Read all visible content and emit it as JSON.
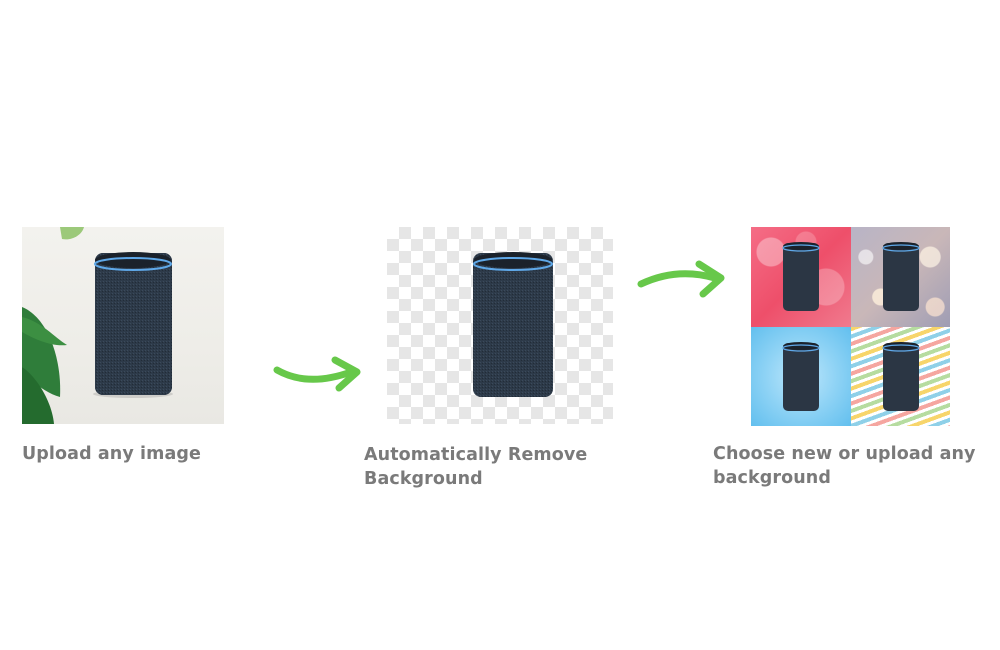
{
  "steps": [
    {
      "label_line1": "Upload any image",
      "label_line2": ""
    },
    {
      "label_line1": "Automatically Remove",
      "label_line2": "Background"
    },
    {
      "label_line1": "Choose new or upload any",
      "label_line2": "background"
    }
  ],
  "colors": {
    "arrow": "#67c84a",
    "label_text": "#7a7a7a",
    "speaker_fabric": "#2b3644",
    "speaker_ring": "#5fa8e8"
  },
  "icons": {
    "arrow_1": "curved-right-arrow",
    "arrow_2": "curved-right-arrow"
  }
}
